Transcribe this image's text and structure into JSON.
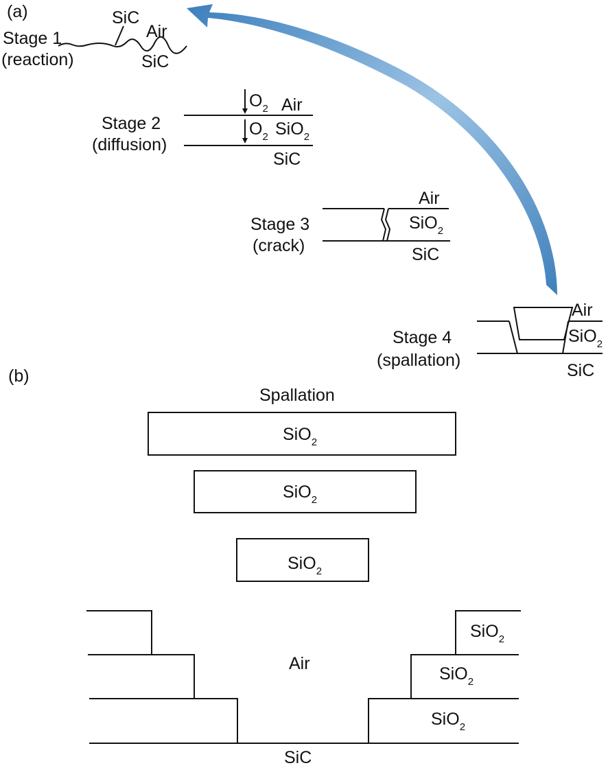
{
  "panel_a": {
    "label": "(a)",
    "stage1": {
      "title": "Stage 1",
      "subtitle": "(reaction)",
      "label_sic_top": "SiC",
      "label_air": "Air",
      "label_sic_bottom": "SiC"
    },
    "stage2": {
      "title": "Stage 2",
      "subtitle": "(diffusion)",
      "o2_top": "O",
      "o2_top_sub": "2",
      "air": "Air",
      "o2_mid": "O",
      "o2_mid_sub": "2",
      "sio2": "SiO",
      "sio2_sub": "2",
      "sic": "SiC"
    },
    "stage3": {
      "title": "Stage 3",
      "subtitle": "(crack)",
      "air": "Air",
      "sio2": "SiO",
      "sio2_sub": "2",
      "sic": "SiC"
    },
    "stage4": {
      "title": "Stage 4",
      "subtitle": "(spallation)",
      "air": "Air",
      "sio2": "SiO",
      "sio2_sub": "2",
      "sic": "SiC"
    },
    "arrow_color": "#4f8fc7"
  },
  "panel_b": {
    "label": "(b)",
    "title": "Spallation",
    "boxes": [
      {
        "text": "SiO",
        "sub": "2"
      },
      {
        "text": "SiO",
        "sub": "2"
      },
      {
        "text": "SiO",
        "sub": "2"
      }
    ],
    "steps": [
      {
        "text": "SiO",
        "sub": "2"
      },
      {
        "text": "SiO",
        "sub": "2"
      },
      {
        "text": "SiO",
        "sub": "2"
      }
    ],
    "air": "Air",
    "sic": "SiC"
  }
}
